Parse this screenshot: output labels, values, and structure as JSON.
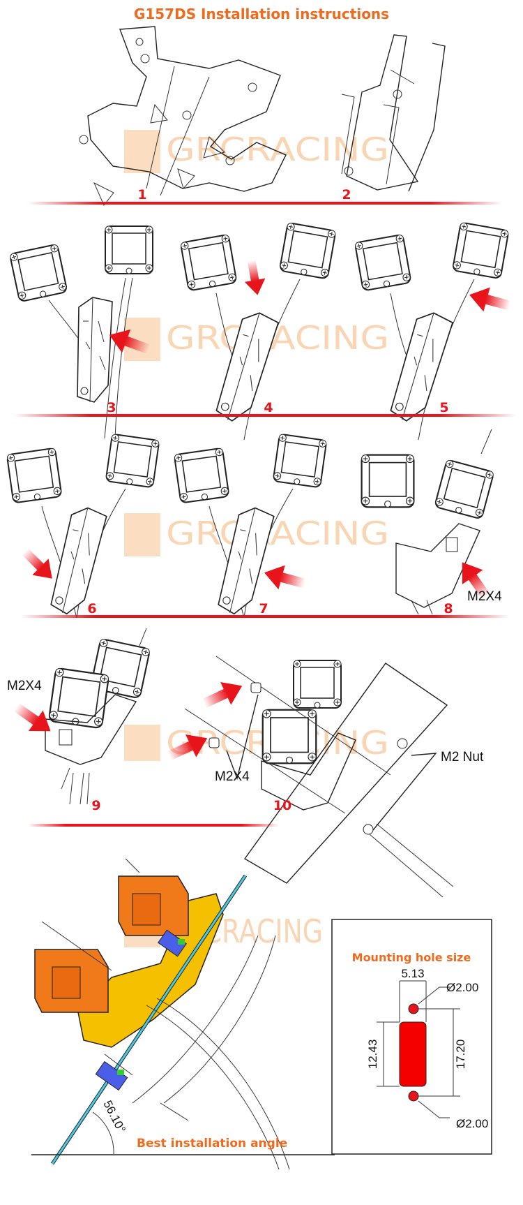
{
  "title": "G157DS Installation instructions",
  "watermark": "GRCRACING",
  "steps": [
    "1",
    "2",
    "3",
    "4",
    "5",
    "6",
    "7",
    "8",
    "9",
    "10"
  ],
  "parts": {
    "screw_step8": "M2X4",
    "screw_step9": "M2X4",
    "screw_step10": "M2X4",
    "nut_step10": "M2 Nut"
  },
  "angle": {
    "value": "56.10°",
    "caption": "Best installation angle"
  },
  "mounting_hole": {
    "title": "Mounting hole size",
    "slot_width": "5.13",
    "slot_height": "12.43",
    "hole_spacing": "17.20",
    "hole_top_diameter": "Ø2.00",
    "hole_bottom_diameter": "Ø2.00"
  },
  "colors": {
    "accent": "#f06a1e",
    "red": "#e8141c",
    "bracket": "#f5c000",
    "light": "#f07a1a",
    "screw": "#4a5ee8",
    "pole": "#4cc8e0"
  }
}
